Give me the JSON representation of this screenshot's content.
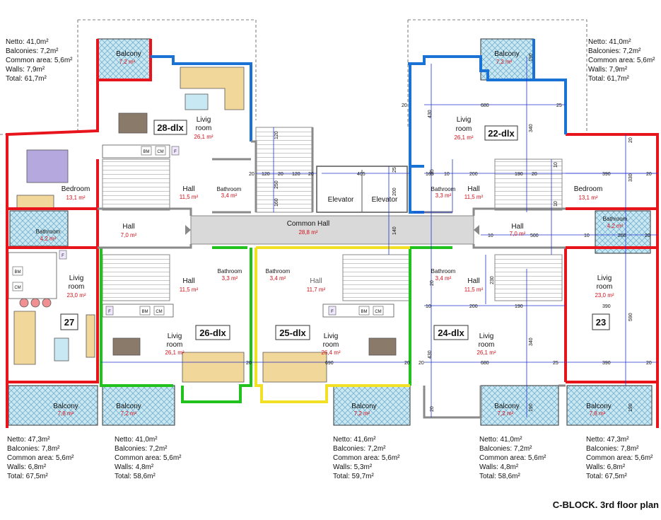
{
  "title": "C-BLOCK. 3rd floor plan",
  "units": {
    "u22": "22-dlx",
    "u23": "23",
    "u24": "24-dlx",
    "u25": "25-dlx",
    "u26": "26-dlx",
    "u27": "27",
    "u28": "28-dlx"
  },
  "rooms": {
    "balcony": "Balcony",
    "livig": "Livig",
    "room": "room",
    "bedroom": "Bedroom",
    "hall": "Hall",
    "bathroom": "Bathroom",
    "common_hall": "Common Hall",
    "elevator": "Elevator"
  },
  "areas": {
    "a72": "7,2 m²",
    "a78": "7,8 m²",
    "a261": "26,1 m²",
    "a264": "26,4 m²",
    "a230": "23,0 m²",
    "a131": "13,1 m²",
    "a115": "11,5 m²",
    "a117": "11,7 m²",
    "a70": "7,0 m²",
    "a42": "4,2 m²",
    "a34": "3,4 m²",
    "a33": "3,3 m²",
    "a288": "28,8 m²"
  },
  "stats": {
    "tl": [
      "Netto: 41,0m²",
      "Balconies: 7,2m²",
      "Common area: 5,6m²",
      "Walls: 7,9m²",
      "Total: 61,7m²"
    ],
    "tr": [
      "Netto: 41,0m²",
      "Balconies: 7,2m²",
      "Common area: 5,6m²",
      "Walls: 7,9m²",
      "Total: 61,7m²"
    ],
    "b1": [
      "Netto: 47,3m²",
      "Balconies: 7,8m²",
      "Common area: 5,6m²",
      "Walls: 6,8m²",
      "Total: 67,5m²"
    ],
    "b2": [
      "Netto: 41,0m²",
      "Balconies: 7,2m²",
      "Common area: 5,6m²",
      "Walls: 4,8m²",
      "Total: 58,6m²"
    ],
    "b3": [
      "Netto: 41,6m²",
      "Balconies: 7,2m²",
      "Common area: 5,6m²",
      "Walls: 5,3m²",
      "Total: 59,7m²"
    ],
    "b4": [
      "Netto: 41,0m²",
      "Balconies: 7,2m²",
      "Common area: 5,6m²",
      "Walls: 4,8m²",
      "Total: 58,6m²"
    ],
    "b5": [
      "Netto: 47,3m²",
      "Balconies: 7,8m²",
      "Common area: 5,6m²",
      "Walls: 6,8m²",
      "Total: 67,5m²"
    ]
  },
  "dims": {
    "d20": "20",
    "d25": "25",
    "d120": "120",
    "d250": "250",
    "d160": "160",
    "d405": "405",
    "d165": "165",
    "d10": "10",
    "d200": "200",
    "d190": "190",
    "d390": "390",
    "d330": "330",
    "d430": "430",
    "d680": "680",
    "d500": "500",
    "d260": "260",
    "d140": "140",
    "d230": "230",
    "d340": "340",
    "d690": "690",
    "d590": "590"
  },
  "appliances": {
    "bm": "BM",
    "cm": "CM",
    "f": "F"
  },
  "colors": {
    "wall_red": "#e8141c",
    "wall_blue": "#1a73d4",
    "wall_green": "#22c21e",
    "wall_yellow": "#f2e024",
    "wall_grey": "#8a8a8a",
    "balcony_fill": "#c8e8f4",
    "furniture": "#f2d79a",
    "bed": "#b4a8de",
    "dim_line": "#2233cc",
    "area_text": "#d4101a"
  }
}
